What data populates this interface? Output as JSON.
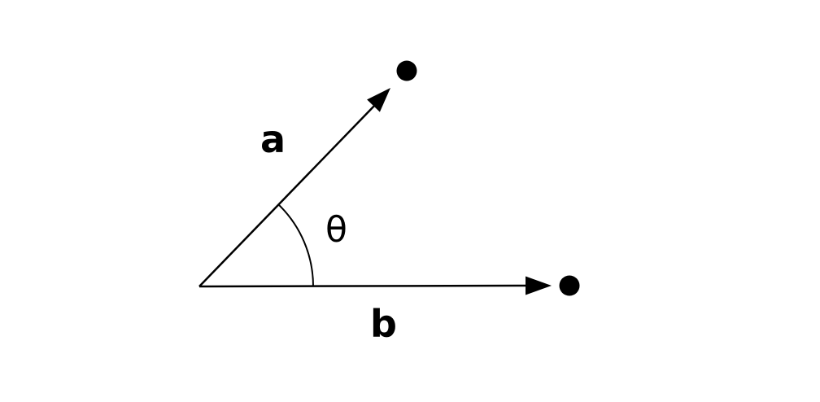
{
  "figure": {
    "description": "Two vectors a and b drawn from a common origin with angle theta between them",
    "background_color": "#ffffff",
    "line_color": "#000000",
    "vector_a_label": "a",
    "vector_b_label": "b",
    "angle_label": "θ"
  }
}
